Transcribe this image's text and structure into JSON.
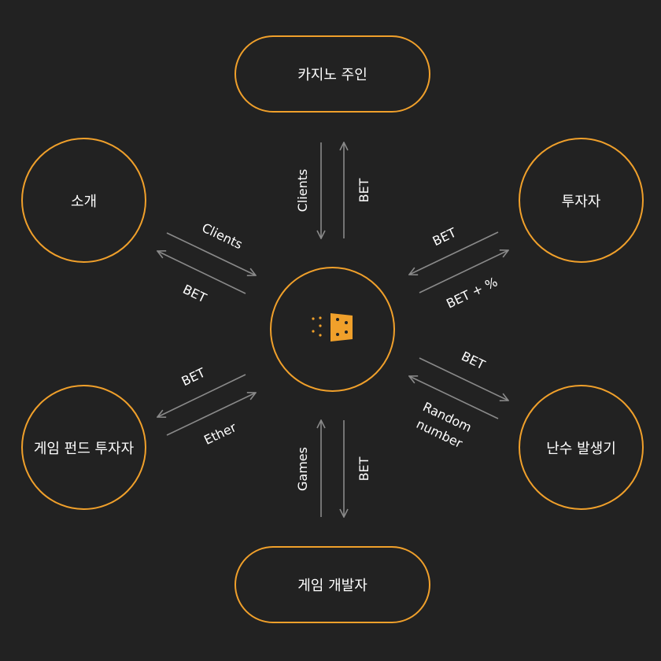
{
  "colors": {
    "background": "#222222",
    "accent": "#f0a02b",
    "arrow": "#8a8a8a",
    "text": "#ffffff"
  },
  "nodes": {
    "casino_owner": "카지노 주인",
    "introducer": "소개",
    "investor": "투자자",
    "fund_investor": "게임 펀드 투자자",
    "rng": "난수 발생기",
    "game_developer": "게임 개발자"
  },
  "center": {
    "icon": "dice-icon"
  },
  "edges": {
    "top_down": "Clients",
    "top_up": "BET",
    "intro_to_center": "Clients",
    "center_to_intro": "BET",
    "investor_to_center": "BET",
    "center_to_investor": "BET + %",
    "fund_to_center": "Ether",
    "center_to_fund": "BET",
    "center_to_rng": "BET",
    "rng_to_center_1": "Random",
    "rng_to_center_2": "number",
    "bottom_up": "Games",
    "bottom_down": "BET"
  }
}
